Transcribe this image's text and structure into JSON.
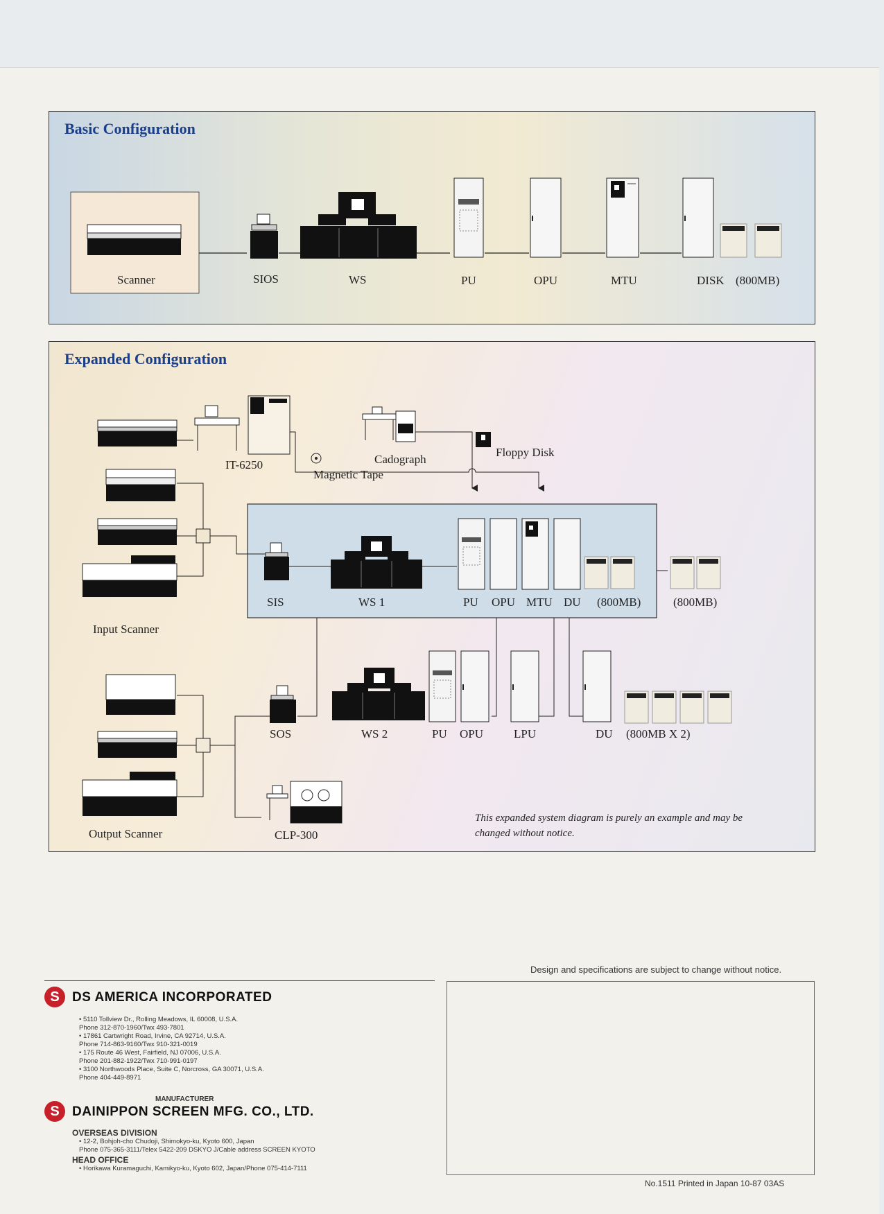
{
  "basic": {
    "title": "Basic Configuration",
    "labels": {
      "scanner": "Scanner",
      "sios": "SIOS",
      "ws": "WS",
      "pu": "PU",
      "opu": "OPU",
      "mtu": "MTU",
      "disk": "DISK",
      "disk_cap": "(800MB)"
    }
  },
  "expanded": {
    "title": "Expanded Configuration",
    "labels": {
      "it6250": "IT-6250",
      "magnetic_tape": "Magnetic Tape",
      "cadograph": "Cadograph",
      "floppy_disk": "Floppy Disk",
      "sis": "SIS",
      "ws1": "WS 1",
      "pu1": "PU",
      "opu1": "OPU",
      "mtu": "MTU",
      "du1": "DU",
      "cap1": "(800MB)",
      "cap2": "(800MB)",
      "input_scanner": "Input Scanner",
      "sos": "SOS",
      "ws2": "WS 2",
      "pu2": "PU",
      "opu2": "OPU",
      "lpu": "LPU",
      "du2": "DU",
      "cap3": "(800MB X 2)",
      "output_scanner": "Output Scanner",
      "clp300": "CLP-300"
    },
    "note_line1": "This expanded system diagram is purely an example and may be",
    "note_line2": "changed without notice."
  },
  "footer": {
    "disclaimer": "Design and specifications are subject to change without notice.",
    "company": "DS AMERICA INCORPORATED",
    "addresses": [
      "• 5110 Tollview Dr., Rolling Meadows, IL 60008, U.S.A.",
      "Phone 312-870-1960/Twx 493-7801",
      "• 17861 Cartwright Road, Irvine, CA 92714, U.S.A.",
      "Phone 714-863-9160/Twx 910-321-0019",
      "• 175 Route 46 West, Fairfield, NJ 07006, U.S.A.",
      "Phone 201-882-1922/Twx 710-991-0197",
      "• 3100 Northwoods Place, Suite C, Norcross, GA 30071, U.S.A.",
      "Phone 404-449-8971"
    ],
    "manufacturer_label": "MANUFACTURER",
    "manufacturer": "DAINIPPON SCREEN MFG. CO., LTD.",
    "overseas_title": "OVERSEAS DIVISION",
    "overseas_lines": [
      "• 12-2, Bohjoh-cho Chudoji, Shimokyo-ku, Kyoto 600, Japan",
      "Phone 075-365-3111/Telex 5422-209 DSKYO J/Cable address SCREEN KYOTO"
    ],
    "head_title": "HEAD OFFICE",
    "head_line": "• Horikawa Kuramaguchi, Kamikyo-ku, Kyoto 602, Japan/Phone 075-414-7111",
    "print_info": "No.1511  Printed in Japan  10-87  03AS",
    "logo_glyph": "S",
    "colors": {
      "title": "#1b3f8a",
      "logo": "#c8202a"
    }
  }
}
